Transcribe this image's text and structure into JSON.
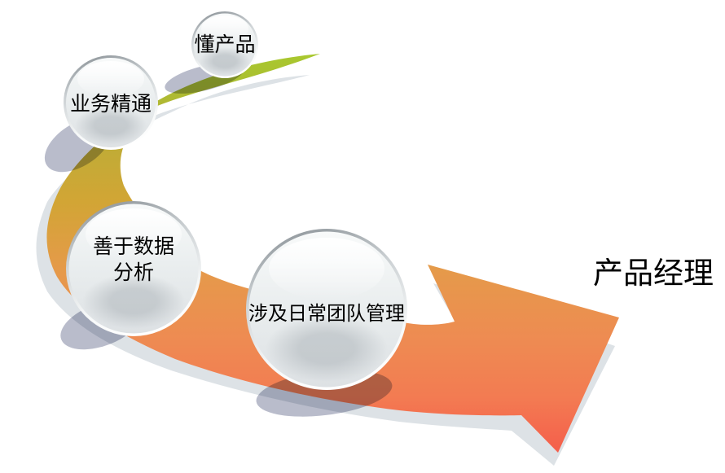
{
  "diagram": {
    "title": "产品经理",
    "steps": [
      {
        "label": "懂产品"
      },
      {
        "label": "业务精通"
      },
      {
        "label": "善于数据分析",
        "line1": "善于数据",
        "line2": "分析"
      },
      {
        "label": "涉及日常团队管理"
      }
    ],
    "gradient": [
      "#a8ca2e",
      "#acbc32",
      "#c0ac36",
      "#d2a535",
      "#e59a4a",
      "#ee8b52",
      "#f37b52",
      "#f5584a"
    ],
    "colors": {
      "shadow_gray": "#dde2e6",
      "sphere_shadow": "#646a8c",
      "text": "#000000",
      "background": "#ffffff"
    }
  }
}
